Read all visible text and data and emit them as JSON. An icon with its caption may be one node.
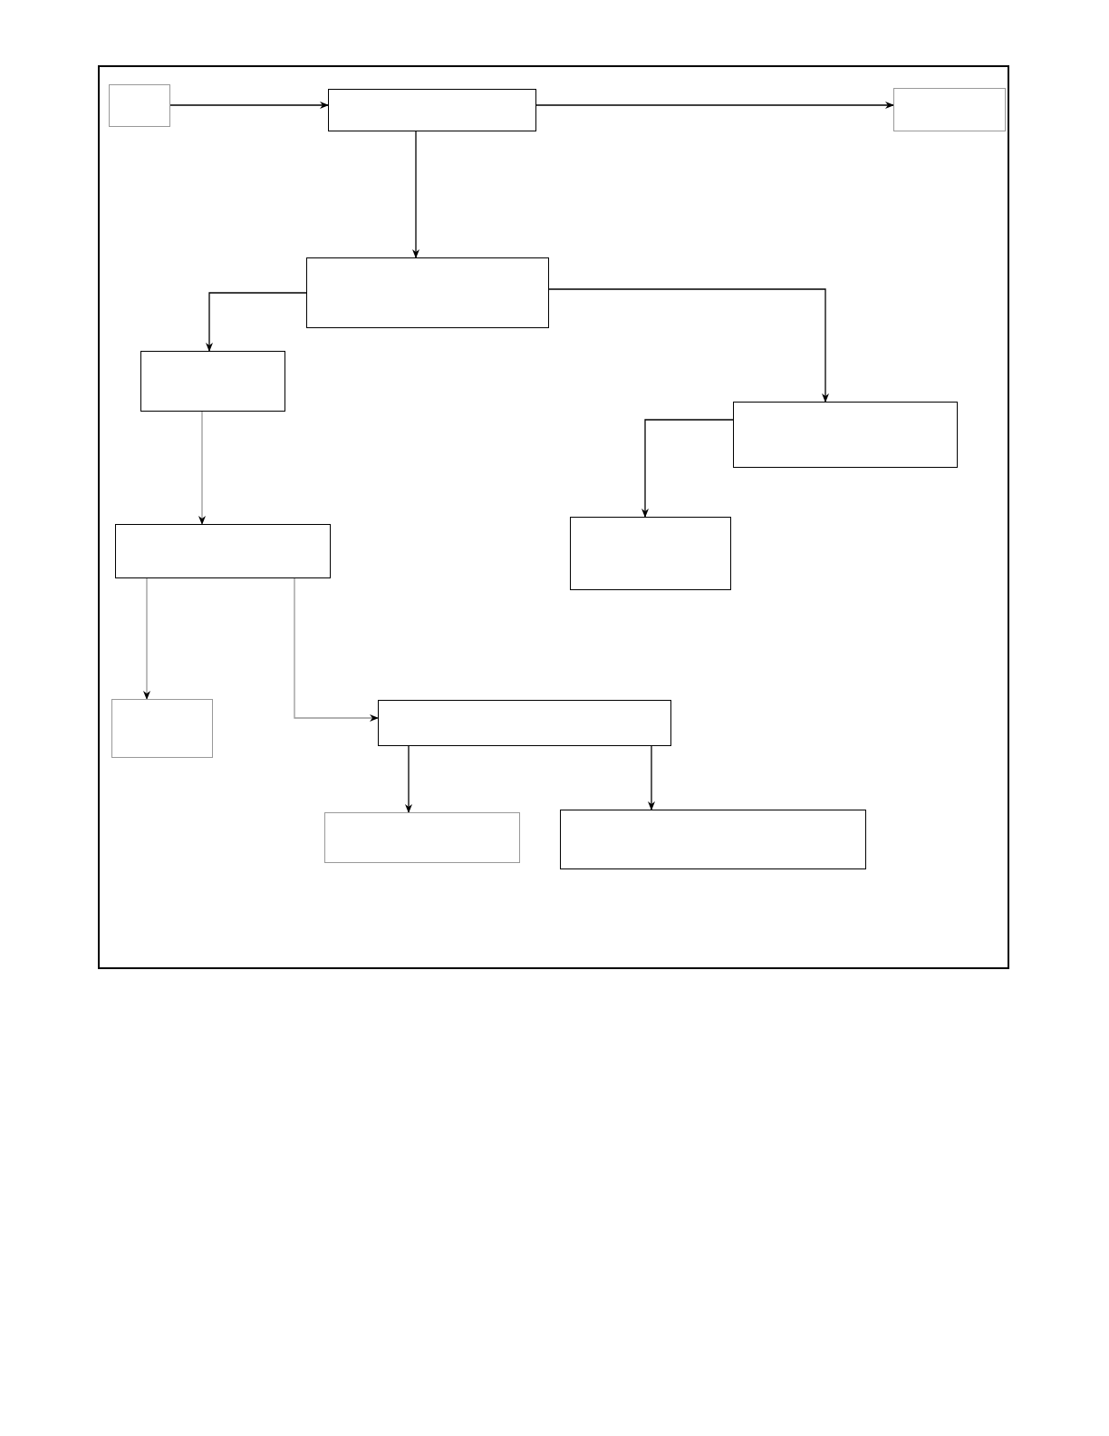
{
  "diagram": {
    "nodes": [
      {
        "text": [],
        "shape": "box"
      },
      {
        "text": [],
        "shape": "box"
      },
      {
        "text": [],
        "shape": "box"
      },
      {
        "text": [],
        "shape": "box"
      },
      {
        "text": [],
        "shape": "box"
      },
      {
        "text": [],
        "shape": "box"
      },
      {
        "text": [],
        "shape": "box"
      },
      {
        "text": [],
        "shape": "box"
      },
      {
        "text": [],
        "shape": "box"
      },
      {
        "text": [],
        "shape": "box"
      },
      {
        "text": [],
        "shape": "box"
      },
      {
        "text": [],
        "shape": "box"
      }
    ],
    "edges": [
      {
        "from": 0,
        "to": 1,
        "arrow": "to"
      },
      {
        "from": 1,
        "to": 2,
        "arrow": "to"
      },
      {
        "from": 1,
        "to": 3,
        "arrow": "to"
      },
      {
        "from": 3,
        "to": 4,
        "arrow": "to"
      },
      {
        "from": 3,
        "to": 5,
        "arrow": "to"
      },
      {
        "from": 5,
        "to": 7,
        "arrow": "to"
      },
      {
        "from": 4,
        "to": 6,
        "arrow": "to",
        "color": "#999999"
      },
      {
        "from": 6,
        "to": 8,
        "arrow": "to",
        "color": "#999999"
      },
      {
        "from": 6,
        "to": 9,
        "arrow": "to",
        "color": "#999999"
      },
      {
        "from": 9,
        "to": 10,
        "arrow": "to"
      },
      {
        "from": 9,
        "to": 11,
        "arrow": "to"
      }
    ]
  }
}
